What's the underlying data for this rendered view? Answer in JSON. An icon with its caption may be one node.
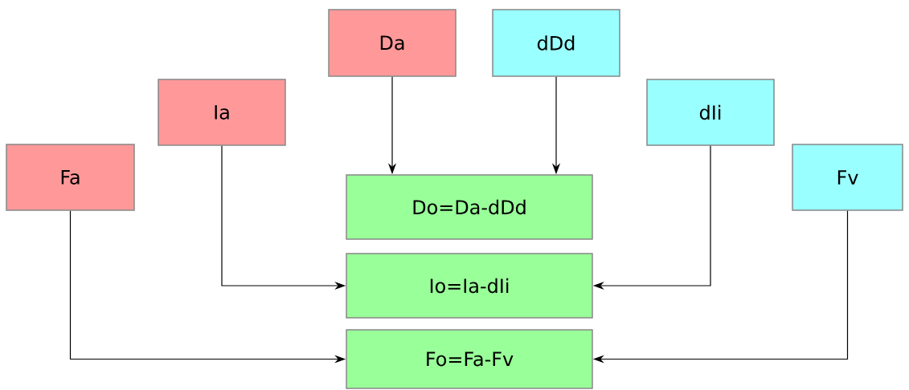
{
  "diagram": {
    "nodes": [
      {
        "text": [
          "Da"
        ]
      },
      {
        "text": [
          "dDd"
        ]
      },
      {
        "text": [
          "Ia"
        ]
      },
      {
        "text": [
          "dIi"
        ]
      },
      {
        "text": [
          "Fa"
        ]
      },
      {
        "text": [
          "Fv"
        ]
      },
      {
        "text": [
          "Do=Da-dDd"
        ]
      },
      {
        "text": [
          "Io=Ia-dIi"
        ]
      },
      {
        "text": [
          "Fo=Fa-Fv"
        ]
      }
    ],
    "edges": [
      {
        "from": 0,
        "to": 6,
        "arrow": "to"
      },
      {
        "from": 1,
        "to": 6,
        "arrow": "to"
      },
      {
        "from": 2,
        "to": 7,
        "arrow": "to"
      },
      {
        "from": 3,
        "to": 7,
        "arrow": "to"
      },
      {
        "from": 4,
        "to": 8,
        "arrow": "to"
      },
      {
        "from": 5,
        "to": 8,
        "arrow": "to"
      }
    ]
  }
}
